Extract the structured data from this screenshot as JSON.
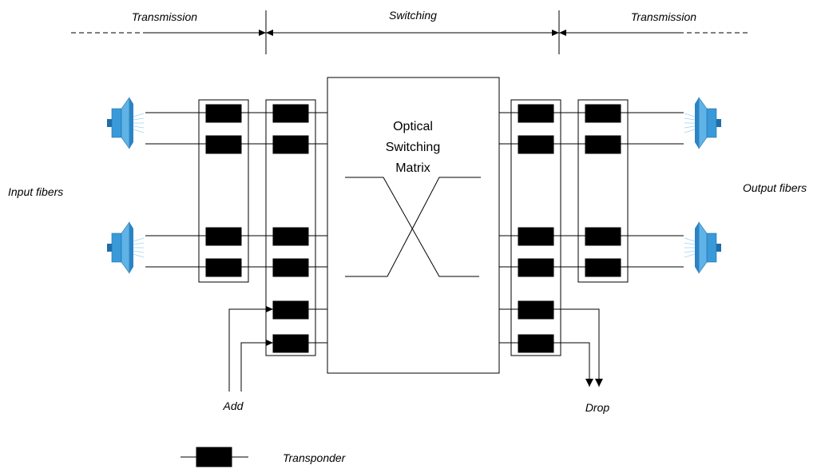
{
  "header": {
    "left_label": "Transmission",
    "center_label": "Switching",
    "right_label": "Transmission"
  },
  "matrix": {
    "line1": "Optical",
    "line2": "Switching",
    "line3": "Matrix"
  },
  "side_labels": {
    "input": "Input fibers",
    "output": "Output fibers"
  },
  "add_drop": {
    "add": "Add",
    "drop": "Drop"
  },
  "legend": {
    "transponder": "Transponder"
  },
  "colors": {
    "fiber_connector": "#3a9ad9",
    "fiber_connector_dark": "#1f6ea8",
    "transponder": "#000000",
    "line": "#000000"
  }
}
